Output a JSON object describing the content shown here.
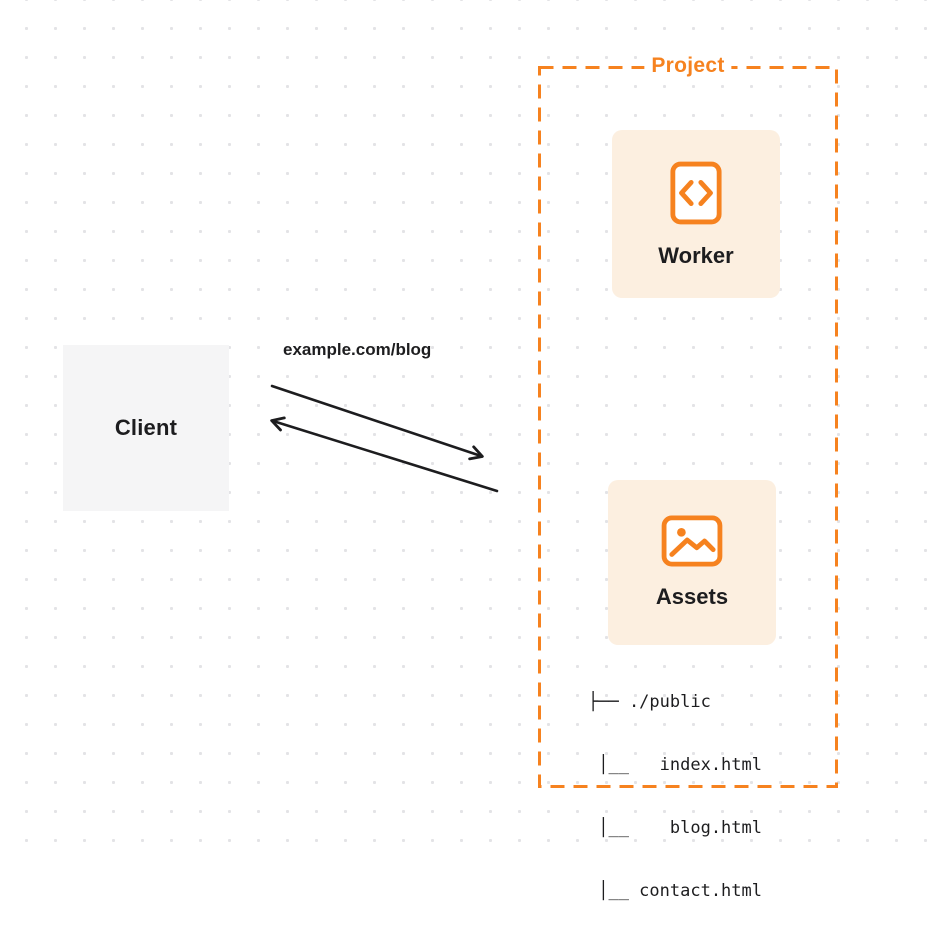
{
  "client": {
    "label": "Client"
  },
  "request": {
    "label": "example.com/blog"
  },
  "project": {
    "label": "Project",
    "worker": {
      "label": "Worker",
      "icon": "code-icon"
    },
    "assets": {
      "label": "Assets",
      "icon": "image-icon",
      "tree": [
        "├── ./public",
        " │__   index.html",
        " │__    blog.html",
        " │__ contact.html"
      ]
    }
  },
  "colors": {
    "accent": "#F6821F",
    "card_bg": "#FCEFE0",
    "client_bg": "#F5F5F6",
    "text": "#1D1D1F",
    "dot": "#E3E3E6"
  }
}
